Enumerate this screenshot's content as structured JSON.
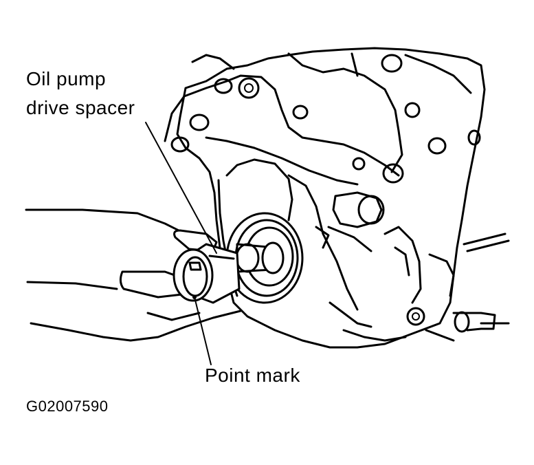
{
  "labels": {
    "oil_pump_line1": "Oil  pump",
    "oil_pump_line2": "drive  spacer",
    "point_mark": "Point  mark",
    "figure_id": "G02007590"
  }
}
